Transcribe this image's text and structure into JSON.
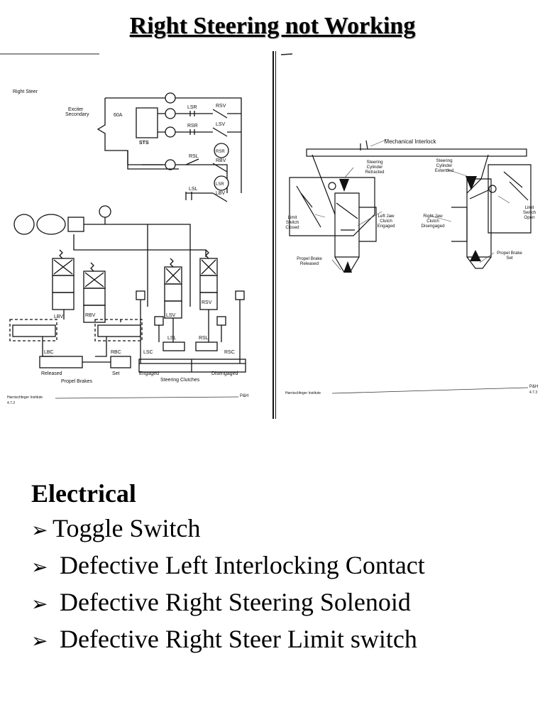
{
  "slide": {
    "title": "Right Steering not Working"
  },
  "left_figure": {
    "caption_main": "Right Steer",
    "exciter_label": "Exciter",
    "exciter_label2": "Secondary",
    "fuse": "60A",
    "sts": "STS",
    "lsr": "LSR",
    "rsv": "RSV",
    "rsr": "RSR",
    "lsv": "LSV",
    "rsl": "RSL",
    "rsr_coil": "RSR",
    "rbv": "RBV",
    "lsl": "LSL",
    "lsr_coil": "LSR",
    "lbv": "LBV",
    "lbv_valve": "LBV",
    "rbv_valve": "RBV",
    "lsv_valve": "LSV",
    "rsv_valve": "RSV",
    "lbc": "LBC",
    "rbc": "RBC",
    "lsc": "LSC",
    "lsl2": "LSL",
    "rsl2": "RSL",
    "rsc": "RSC",
    "released": "Released",
    "set": "Set",
    "engaged": "Engaged",
    "disengaged": "Disengaged",
    "propel_brakes": "Propel Brakes",
    "steering_clutches": "Steering Clutches",
    "footer_left": "Harnischfeger Institute",
    "footer_right": "P&H",
    "page": "4.7.2"
  },
  "right_figure": {
    "mech_interlock": "Mechanical Interlock",
    "steer_retracted_1": "Steering",
    "steer_retracted_2": "Cylinder",
    "steer_retracted_3": "Retracted",
    "steer_extended_1": "Steering",
    "steer_extended_2": "Cylinder",
    "steer_extended_3": "Extended",
    "limit_closed_1": "Limit",
    "limit_closed_2": "Switch",
    "limit_closed_3": "Closed",
    "left_jaw_1": "Left Jaw",
    "left_jaw_2": "Clutch",
    "left_jaw_3": "Engaged",
    "right_jaw_1": "Right Jaw",
    "right_jaw_2": "Clutch",
    "right_jaw_3": "Disengaged",
    "limit_open_1": "Limit",
    "limit_open_2": "Switch",
    "limit_open_3": "Open",
    "brake_released_1": "Propel Brake",
    "brake_released_2": "Released",
    "brake_set_1": "Propel Brake",
    "brake_set_2": "Set",
    "footer_left": "Harnischfeger Institute",
    "footer_right": "P&H",
    "page": "4.7.3"
  },
  "electrical": {
    "heading": "Electrical",
    "arrow_glyph": "➢",
    "items": [
      "Toggle Switch",
      "Defective Left Interlocking Contact",
      "Defective Right Steering Solenoid",
      "Defective Right Steer Limit switch"
    ]
  }
}
